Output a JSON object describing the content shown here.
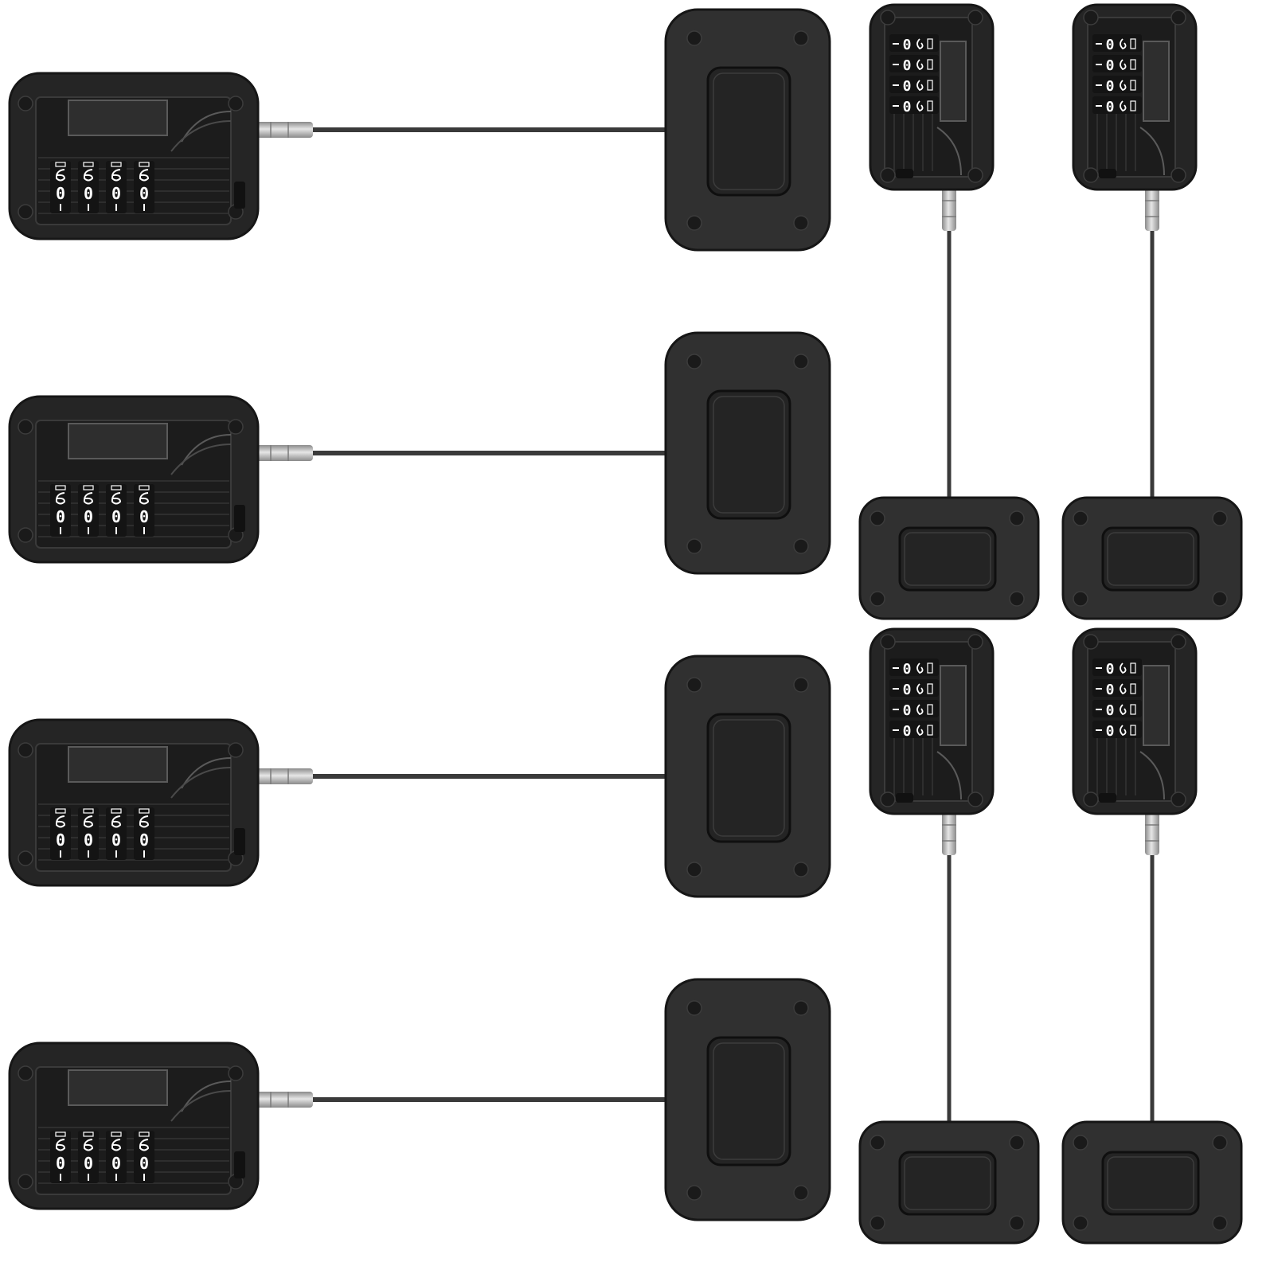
{
  "image": {
    "subject": "combination-cable-locks",
    "background": "#ffffff",
    "colors": {
      "body": "#252525",
      "body_edge": "#161616",
      "plate": "#303030",
      "cable": "#3a3a3a",
      "metal_light": "#e6e6e6",
      "metal_dark": "#8a8a8a",
      "digit": "#ffffff"
    },
    "horizontal_locks": [
      {
        "dial_digits": [
          "0",
          "0",
          "0",
          "0"
        ]
      },
      {
        "dial_digits": [
          "0",
          "0",
          "0",
          "0"
        ]
      },
      {
        "dial_digits": [
          "0",
          "0",
          "0",
          "0"
        ]
      },
      {
        "dial_digits": [
          "0",
          "0",
          "0",
          "0"
        ]
      }
    ],
    "vertical_locks": [
      {
        "dial_digits": [
          "0",
          "0",
          "0",
          "0"
        ]
      },
      {
        "dial_digits": [
          "0",
          "0",
          "0",
          "0"
        ]
      },
      {
        "dial_digits": [
          "0",
          "0",
          "0",
          "0"
        ]
      },
      {
        "dial_digits": [
          "0",
          "0",
          "0",
          "0"
        ]
      }
    ]
  }
}
